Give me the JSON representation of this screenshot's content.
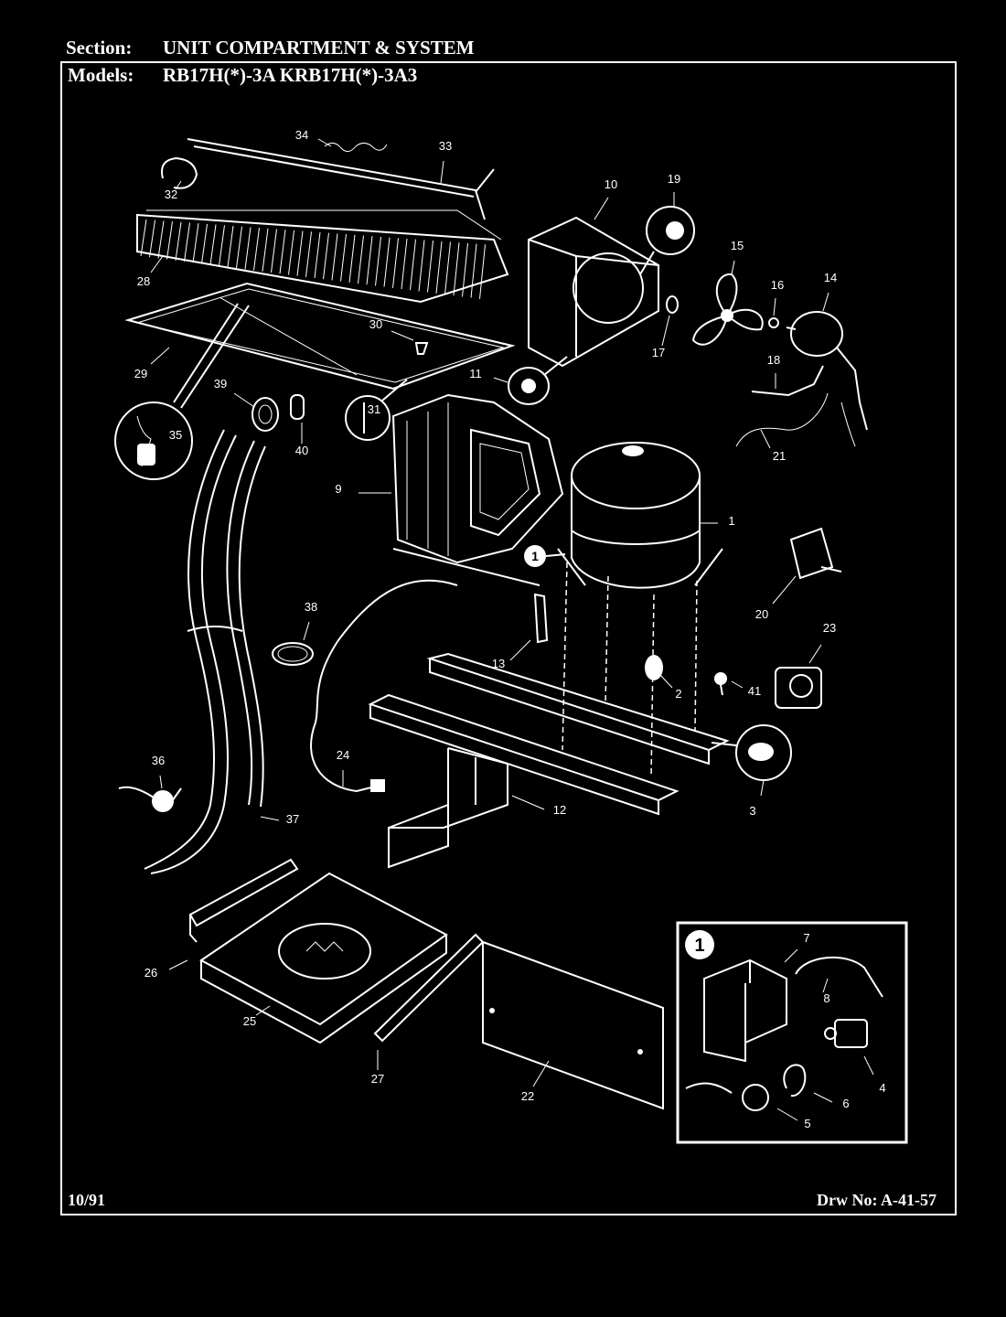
{
  "header": {
    "section_label": "Section:",
    "section_value": "UNIT COMPARTMENT & SYSTEM",
    "models_label": "Models:",
    "models_value": "RB17H(*)-3A  KRB17H(*)-3A3"
  },
  "footer": {
    "date": "10/91",
    "drawing_number": "Drw No: A-41-57"
  },
  "callouts": [
    "1",
    "2",
    "3",
    "4",
    "5",
    "6",
    "7",
    "8",
    "9",
    "10",
    "11",
    "12",
    "13",
    "14",
    "15",
    "16",
    "17",
    "18",
    "19",
    "20",
    "21",
    "22",
    "23",
    "24",
    "25",
    "26",
    "27",
    "28",
    "29",
    "30",
    "31",
    "32",
    "33",
    "34",
    "35",
    "36",
    "37",
    "38",
    "39",
    "40",
    "41"
  ],
  "inset": {
    "marker": "1",
    "callouts": [
      "4",
      "5",
      "6",
      "7",
      "8"
    ]
  },
  "colors": {
    "background": "#000000",
    "linework": "#ffffff"
  }
}
